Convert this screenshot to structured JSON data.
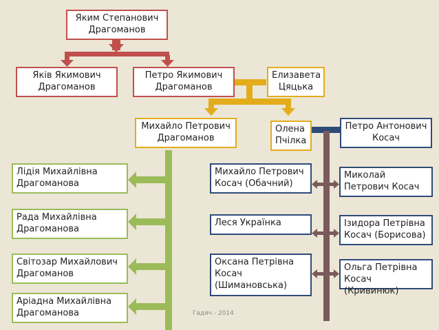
{
  "people": {
    "yakim": "Яким Степанович\nДрагоманов",
    "yakiv": "Яків Якимович\nДрагоманов",
    "petro_ya": "Петро Якимович\nДрагоманов",
    "yelyzaveta": "Елизавета\nЦяцька",
    "mykhailo_p": "Михайло Петрович\nДрагоманов",
    "olena": "Олена\nПчілка",
    "petro_kosach": "Петро Антонович\nКосач",
    "lidiia": "Лідія Михайлівна\nДрагоманова",
    "rada": "Рада Михайлівна\nДрагоманова",
    "svitozar": "Світозар Михайлович\nДрагоманов",
    "ariadna": "Аріадна Михайлівна\nДрагоманова",
    "mykhailo_kosach": "Михайло Петрович\nКосач (Обачний)",
    "lesia": "Леся Українка",
    "oksana": "Оксана Петрівна\nКосач\n(Шимановська)",
    "mykola": "Миколай\nПетрович Косач",
    "izydora": "Ізидора Петрівна\nКосач (Борисова)",
    "olha": "Ольга Петрівна\nКосач (Кривинюк)"
  },
  "footer": "Гадяч - 2014",
  "colors": {
    "background": "#ece6d6",
    "red_line": "#c0504d",
    "gold_line": "#e3ac1c",
    "green_line": "#9bbb59",
    "navy_line": "#2e4a78",
    "mauve_line": "#7a5a5a"
  }
}
